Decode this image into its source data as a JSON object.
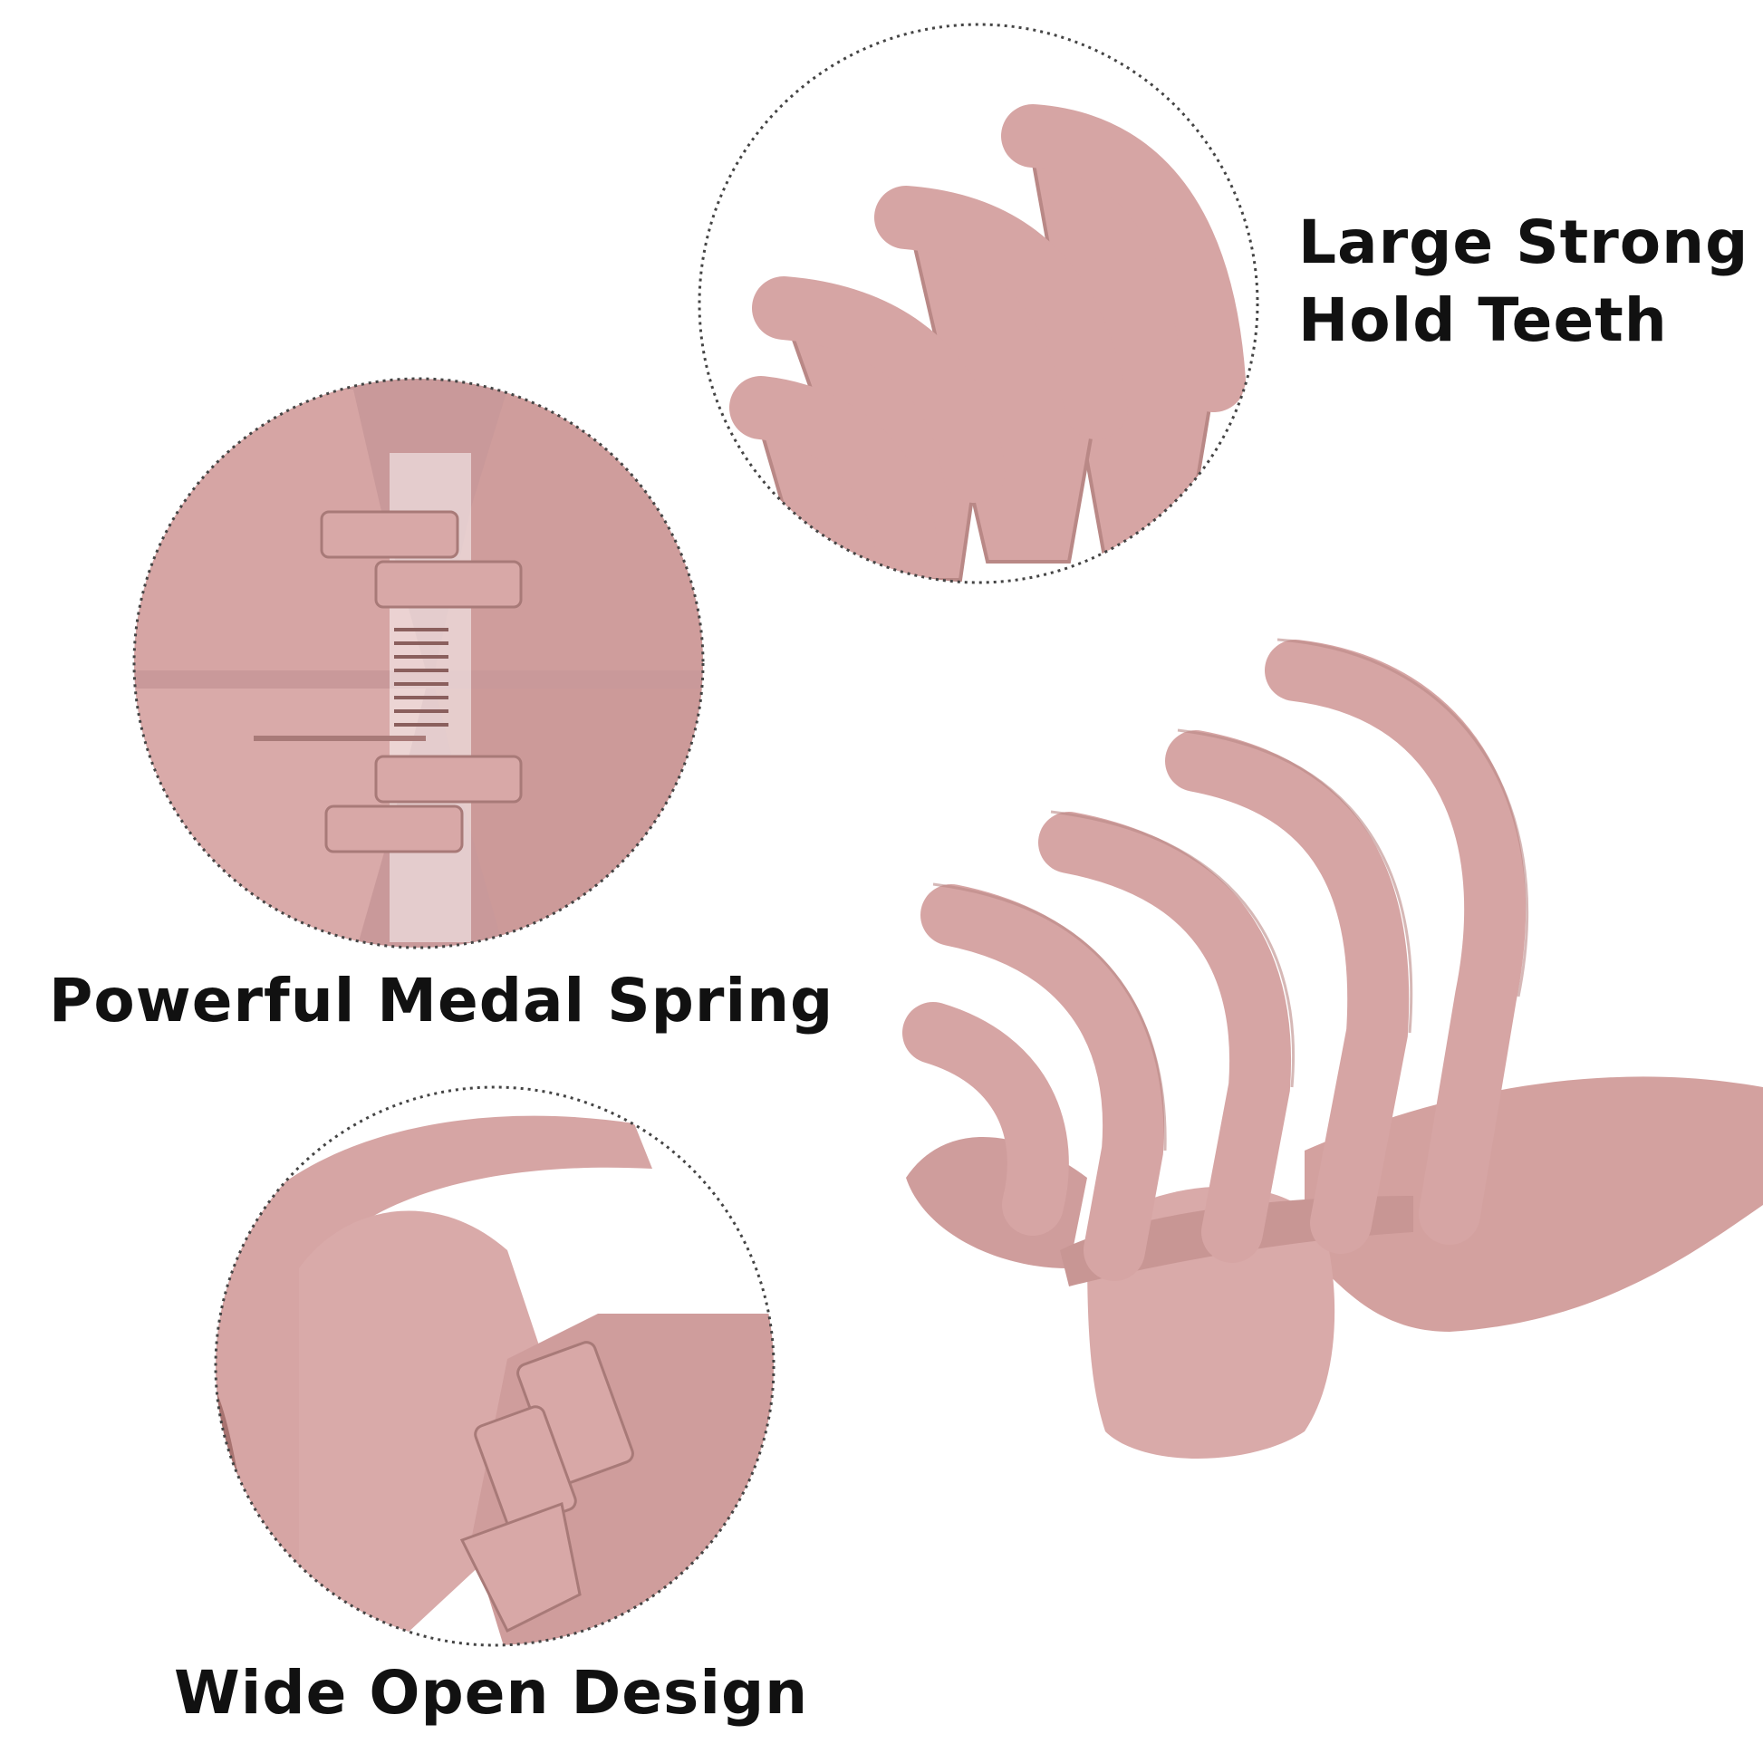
{
  "features": {
    "teeth": {
      "line1": "Large Strong",
      "line2": "Hold Teeth"
    },
    "spring": {
      "label": "Powerful Medal Spring"
    },
    "open": {
      "label": "Wide Open Design"
    }
  },
  "colors": {
    "clip": "#d6a5a4",
    "clip_shadow": "#b98886",
    "clip_light": "#e6bdbb",
    "border": "#444444"
  }
}
